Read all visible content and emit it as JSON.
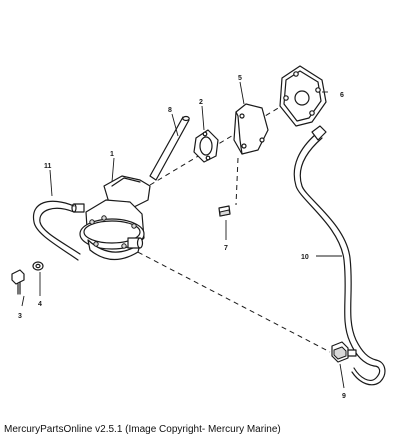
{
  "caption": "MercuryPartsOnline v2.5.1 (Image Copyright- Mercury Marine)",
  "callouts": {
    "c1": "1",
    "c2": "2",
    "c3": "3",
    "c4": "4",
    "c5": "5",
    "c6": "6",
    "c7": "7",
    "c8": "8",
    "c9": "9",
    "c10": "10",
    "c11": "11"
  }
}
